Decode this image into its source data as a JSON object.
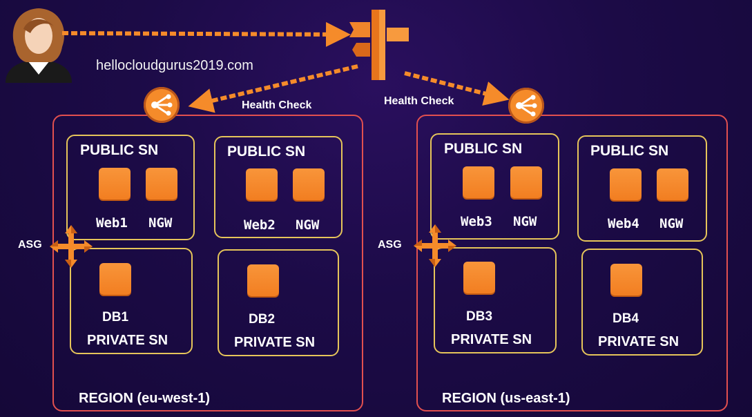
{
  "domain_name": "hellocloudgurus2019.com",
  "health_check_left": "Health Check",
  "health_check_right": "Health Check",
  "regions": [
    {
      "label": "REGION (eu-west-1)",
      "asg": "ASG",
      "public_subnets": [
        {
          "label": "PUBLIC SN",
          "nodes": [
            "Web1",
            "NGW"
          ]
        },
        {
          "label": "PUBLIC SN",
          "nodes": [
            "Web2",
            "NGW"
          ]
        }
      ],
      "private_subnets": [
        {
          "label": "PRIVATE SN",
          "db": "DB1"
        },
        {
          "label": "PRIVATE SN",
          "db": "DB2"
        }
      ]
    },
    {
      "label": "REGION (us-east-1)",
      "asg": "ASG",
      "public_subnets": [
        {
          "label": "PUBLIC SN",
          "nodes": [
            "Web3",
            "NGW"
          ]
        },
        {
          "label": "PUBLIC SN",
          "nodes": [
            "Web4",
            "NGW"
          ]
        }
      ],
      "private_subnets": [
        {
          "label": "PRIVATE SN",
          "db": "DB3"
        },
        {
          "label": "PRIVATE SN",
          "db": "DB4"
        }
      ]
    }
  ],
  "colors": {
    "background": "#1c0b47",
    "aws_orange": "#f58b2a",
    "region_border": "#e2504f",
    "subnet_border": "#e6c55a",
    "text": "#ffffff"
  },
  "icons": [
    "user-avatar-icon",
    "route53-signpost-icon",
    "load-balancer-icon",
    "auto-scaling-icon"
  ]
}
